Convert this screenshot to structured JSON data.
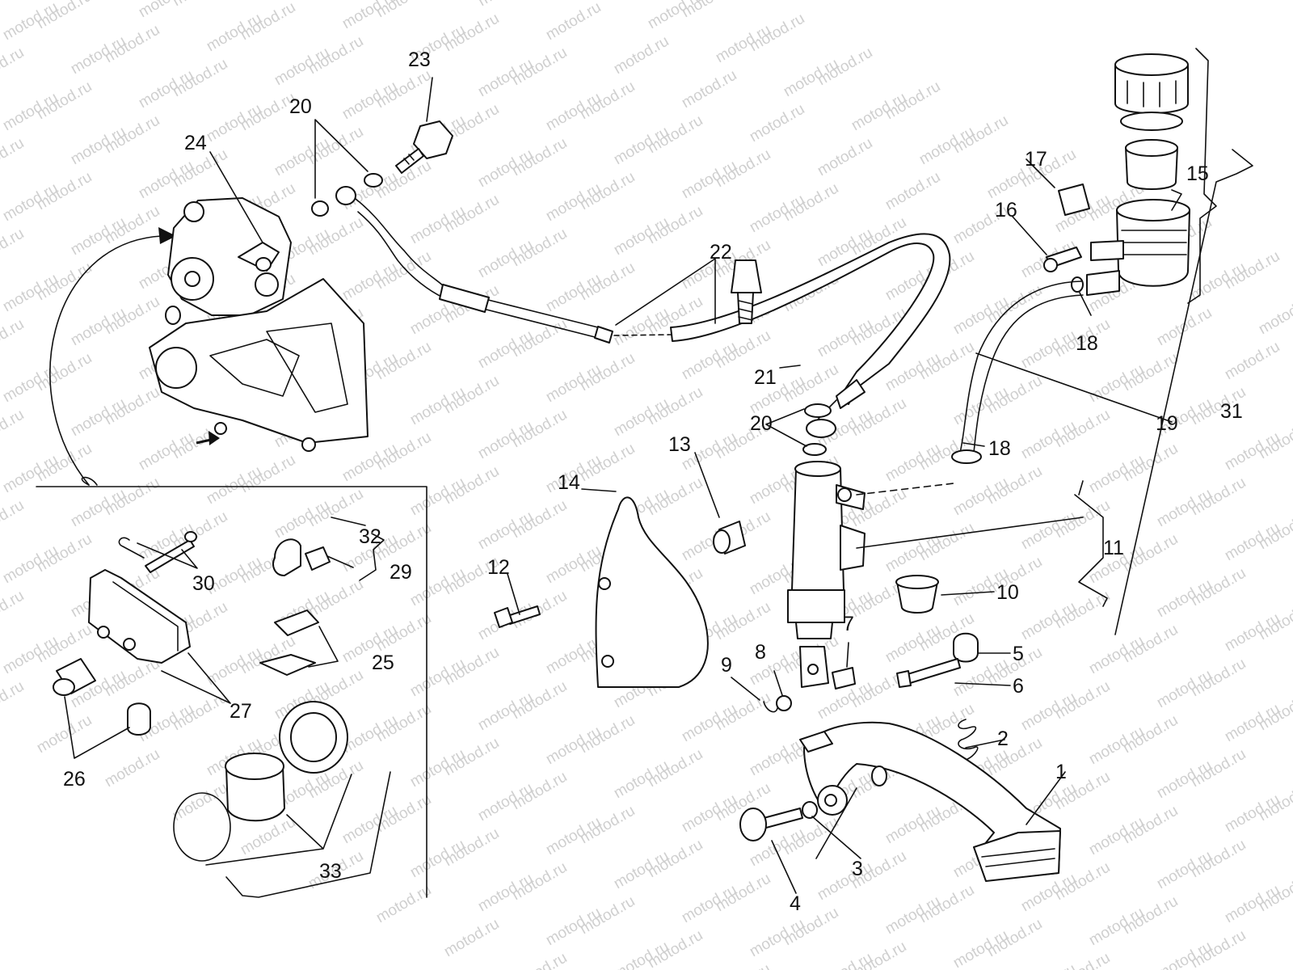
{
  "watermark": "motod.ru",
  "callouts": [
    {
      "id": "c1",
      "label": "1"
    },
    {
      "id": "c2",
      "label": "2"
    },
    {
      "id": "c3",
      "label": "3"
    },
    {
      "id": "c4",
      "label": "4"
    },
    {
      "id": "c5",
      "label": "5"
    },
    {
      "id": "c6",
      "label": "6"
    },
    {
      "id": "c7",
      "label": "7"
    },
    {
      "id": "c8",
      "label": "8"
    },
    {
      "id": "c9",
      "label": "9"
    },
    {
      "id": "c10",
      "label": "10"
    },
    {
      "id": "c11",
      "label": "11"
    },
    {
      "id": "c12",
      "label": "12"
    },
    {
      "id": "c13",
      "label": "13"
    },
    {
      "id": "c14",
      "label": "14"
    },
    {
      "id": "c15",
      "label": "15"
    },
    {
      "id": "c16",
      "label": "16"
    },
    {
      "id": "c17",
      "label": "17"
    },
    {
      "id": "c18a",
      "label": "18"
    },
    {
      "id": "c18b",
      "label": "18"
    },
    {
      "id": "c19",
      "label": "19"
    },
    {
      "id": "c20a",
      "label": "20"
    },
    {
      "id": "c20b",
      "label": "20"
    },
    {
      "id": "c21",
      "label": "21"
    },
    {
      "id": "c22",
      "label": "22"
    },
    {
      "id": "c23",
      "label": "23"
    },
    {
      "id": "c24",
      "label": "24"
    },
    {
      "id": "c25",
      "label": "25"
    },
    {
      "id": "c26",
      "label": "26"
    },
    {
      "id": "c27",
      "label": "27"
    },
    {
      "id": "c29",
      "label": "29"
    },
    {
      "id": "c30",
      "label": "30"
    },
    {
      "id": "c31",
      "label": "31"
    },
    {
      "id": "c32",
      "label": "32"
    },
    {
      "id": "c33",
      "label": "33"
    }
  ]
}
